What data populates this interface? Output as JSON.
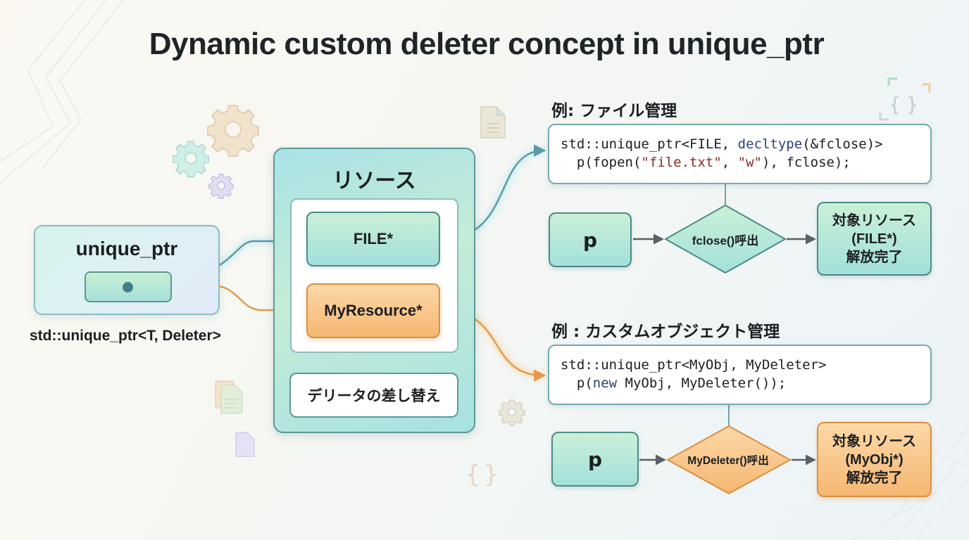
{
  "title": "Dynamic custom deleter concept in unique_ptr",
  "unique_ptr": {
    "label": "unique_ptr",
    "caption": "std::unique_ptr<T, Deleter>"
  },
  "resources": {
    "title": "リソース",
    "items": [
      {
        "label": "FILE*",
        "color": "#a3e0dc"
      },
      {
        "label": "MyResource*",
        "color": "#f6b772"
      }
    ],
    "swap_label": "デリータの差し替え"
  },
  "examples": [
    {
      "heading": "例: ファイル管理",
      "code_line1_a": "std::unique_ptr<FILE, ",
      "code_line1_kw": "decltype",
      "code_line1_b": "(&fclose)>",
      "code_line2_a": "  p(fopen(",
      "code_line2_str1": "\"file.txt\"",
      "code_line2_b": ", ",
      "code_line2_str2": "\"w\"",
      "code_line2_c": "), fclose);",
      "flow": {
        "start": "p",
        "decision": "fclose()呼出",
        "result_line1": "対象リソース",
        "result_line2": "(FILE*)",
        "result_line3": "解放完了"
      },
      "accent": "#5d9aa8"
    },
    {
      "heading": "例 : カスタムオブジェクト管理",
      "code_line1_a": "std::unique_ptr<MyObj, MyDeleter>",
      "code_line2_a": "  p(",
      "code_line2_kw": "new",
      "code_line2_b": " MyObj, MyDeleter());",
      "flow": {
        "start": "p",
        "decision": "MyDeleter()呼出",
        "result_line1": "対象リソース",
        "result_line2": "(MyObj*)",
        "result_line3": "解放完了"
      },
      "accent": "#e59a4a"
    }
  ],
  "decorations": [
    "gear-icon",
    "gear-icon",
    "gear-icon",
    "document-icon",
    "documents-icon",
    "document-icon",
    "curly-braces-icon",
    "curly-braces-icon",
    "gear-icon"
  ]
}
